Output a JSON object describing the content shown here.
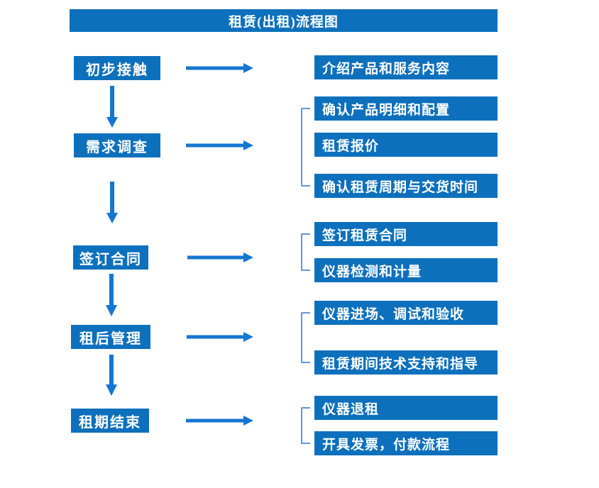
{
  "title": "租赁(出租)流程图",
  "colors": {
    "box_fill": "#0d70bc",
    "arrow": "#1476d1",
    "bracket": "#5f98d8",
    "text": "#ffffff",
    "background": "#ffffff"
  },
  "flow": {
    "steps": [
      {
        "label": "初步接触",
        "outputs": [
          "介绍产品和服务内容"
        ]
      },
      {
        "label": "需求调查",
        "outputs": [
          "确认产品明细和配置",
          "租赁报价",
          "确认租赁周期与交货时间"
        ]
      },
      {
        "label": "签订合同",
        "outputs": [
          "签订租赁合同",
          "仪器检测和计量"
        ]
      },
      {
        "label": "租后管理",
        "outputs": [
          "仪器进场、调试和验收",
          "租赁期间技术支持和指导"
        ]
      },
      {
        "label": "租期结束",
        "outputs": [
          "仪器退租",
          "开具发票，付款流程"
        ]
      }
    ]
  }
}
